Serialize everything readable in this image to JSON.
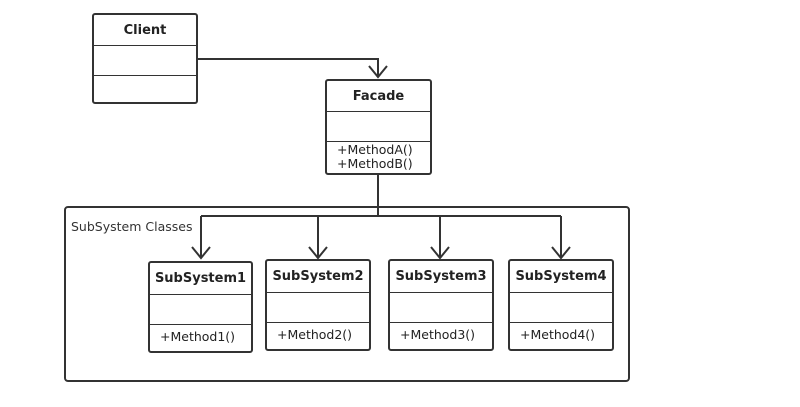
{
  "client": {
    "name": "Client"
  },
  "facade": {
    "name": "Facade",
    "methods": [
      "+MethodA()",
      "+MethodB()"
    ]
  },
  "subsystem_group": {
    "label": "SubSystem Classes"
  },
  "subsystems": [
    {
      "name": "SubSystem1",
      "method": "+Method1()"
    },
    {
      "name": "SubSystem2",
      "method": "+Method2()"
    },
    {
      "name": "SubSystem3",
      "method": "+Method3()"
    },
    {
      "name": "SubSystem4",
      "method": "+Method4()"
    }
  ],
  "colors": {
    "stroke": "#333333",
    "background": "#ffffff"
  }
}
